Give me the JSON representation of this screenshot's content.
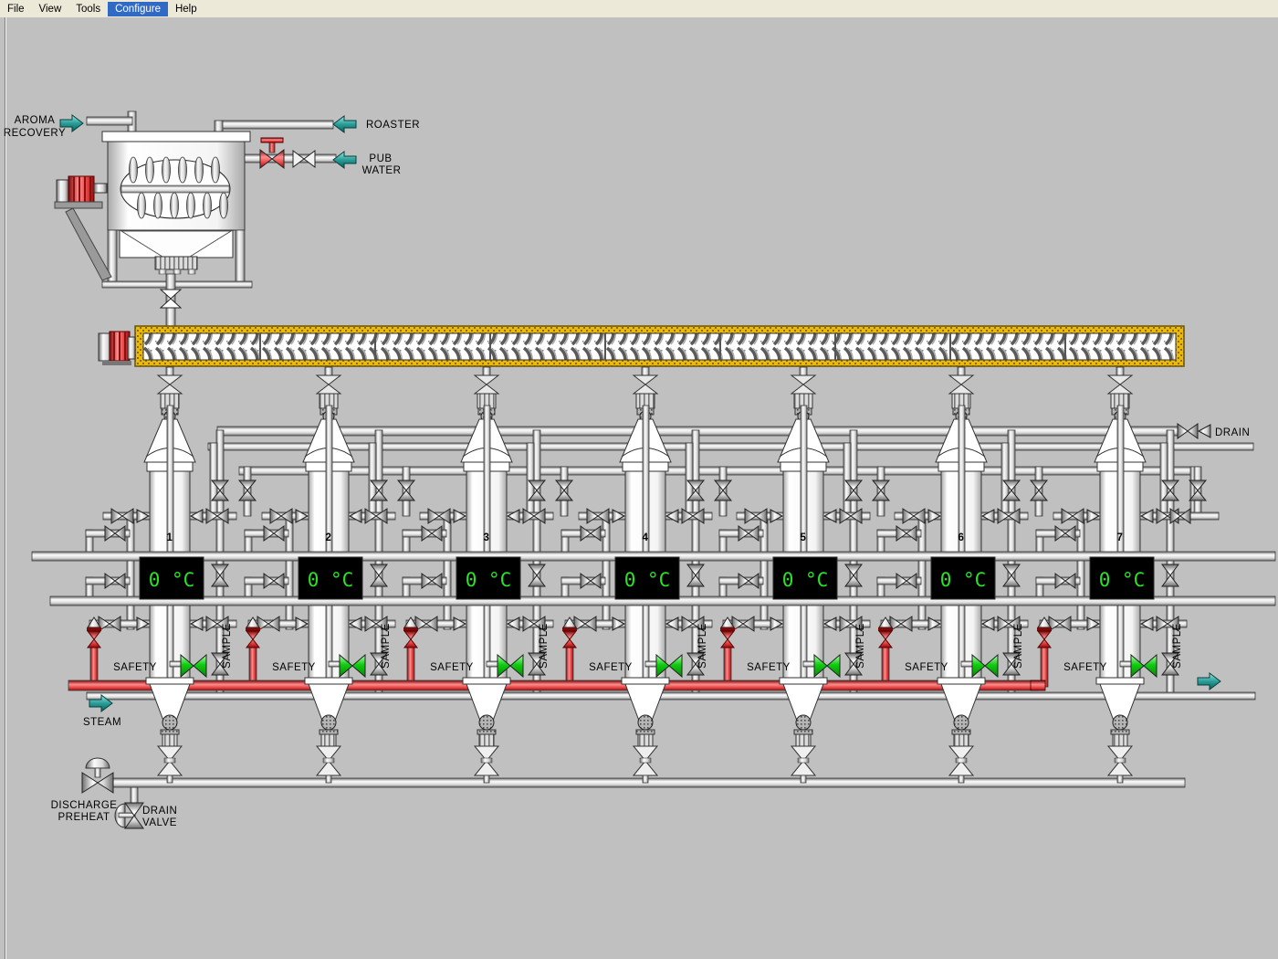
{
  "menu": {
    "items": [
      "File",
      "View",
      "Tools",
      "Configure",
      "Help"
    ],
    "active_item": "Configure"
  },
  "labels": {
    "aroma_recovery": [
      "AROMA",
      "RECOVERY"
    ],
    "roaster": "ROASTER",
    "pub_water": [
      "PUB",
      "WATER"
    ],
    "steam": "STEAM",
    "drain": "DRAIN",
    "discharge_preheat": [
      "DISCHARGE",
      "PREHEAT"
    ],
    "drain_valve": [
      "DRAIN",
      "VALVE"
    ]
  },
  "column_labels": {
    "safety": "SAFETY",
    "sample": "SAMPLE"
  },
  "columns": [
    {
      "number": "1",
      "temperature": "0 °C"
    },
    {
      "number": "2",
      "temperature": "0 °C"
    },
    {
      "number": "3",
      "temperature": "0 °C"
    },
    {
      "number": "4",
      "temperature": "0 °C"
    },
    {
      "number": "5",
      "temperature": "0 °C"
    },
    {
      "number": "6",
      "temperature": "0 °C"
    },
    {
      "number": "7",
      "temperature": "0 °C"
    }
  ],
  "colors": {
    "background": "#c0c0c0",
    "menubar_bg": "#ece9d8",
    "menu_highlight": "#316ac5",
    "pipe_red": "#e23c3c",
    "display_bg": "#000000",
    "display_text": "#2be22b",
    "number_red": "#ee1111",
    "valve_green": "#11cc11",
    "arrow_teal": "#2a9d98",
    "conveyor_yellow": "#e9b90e"
  }
}
